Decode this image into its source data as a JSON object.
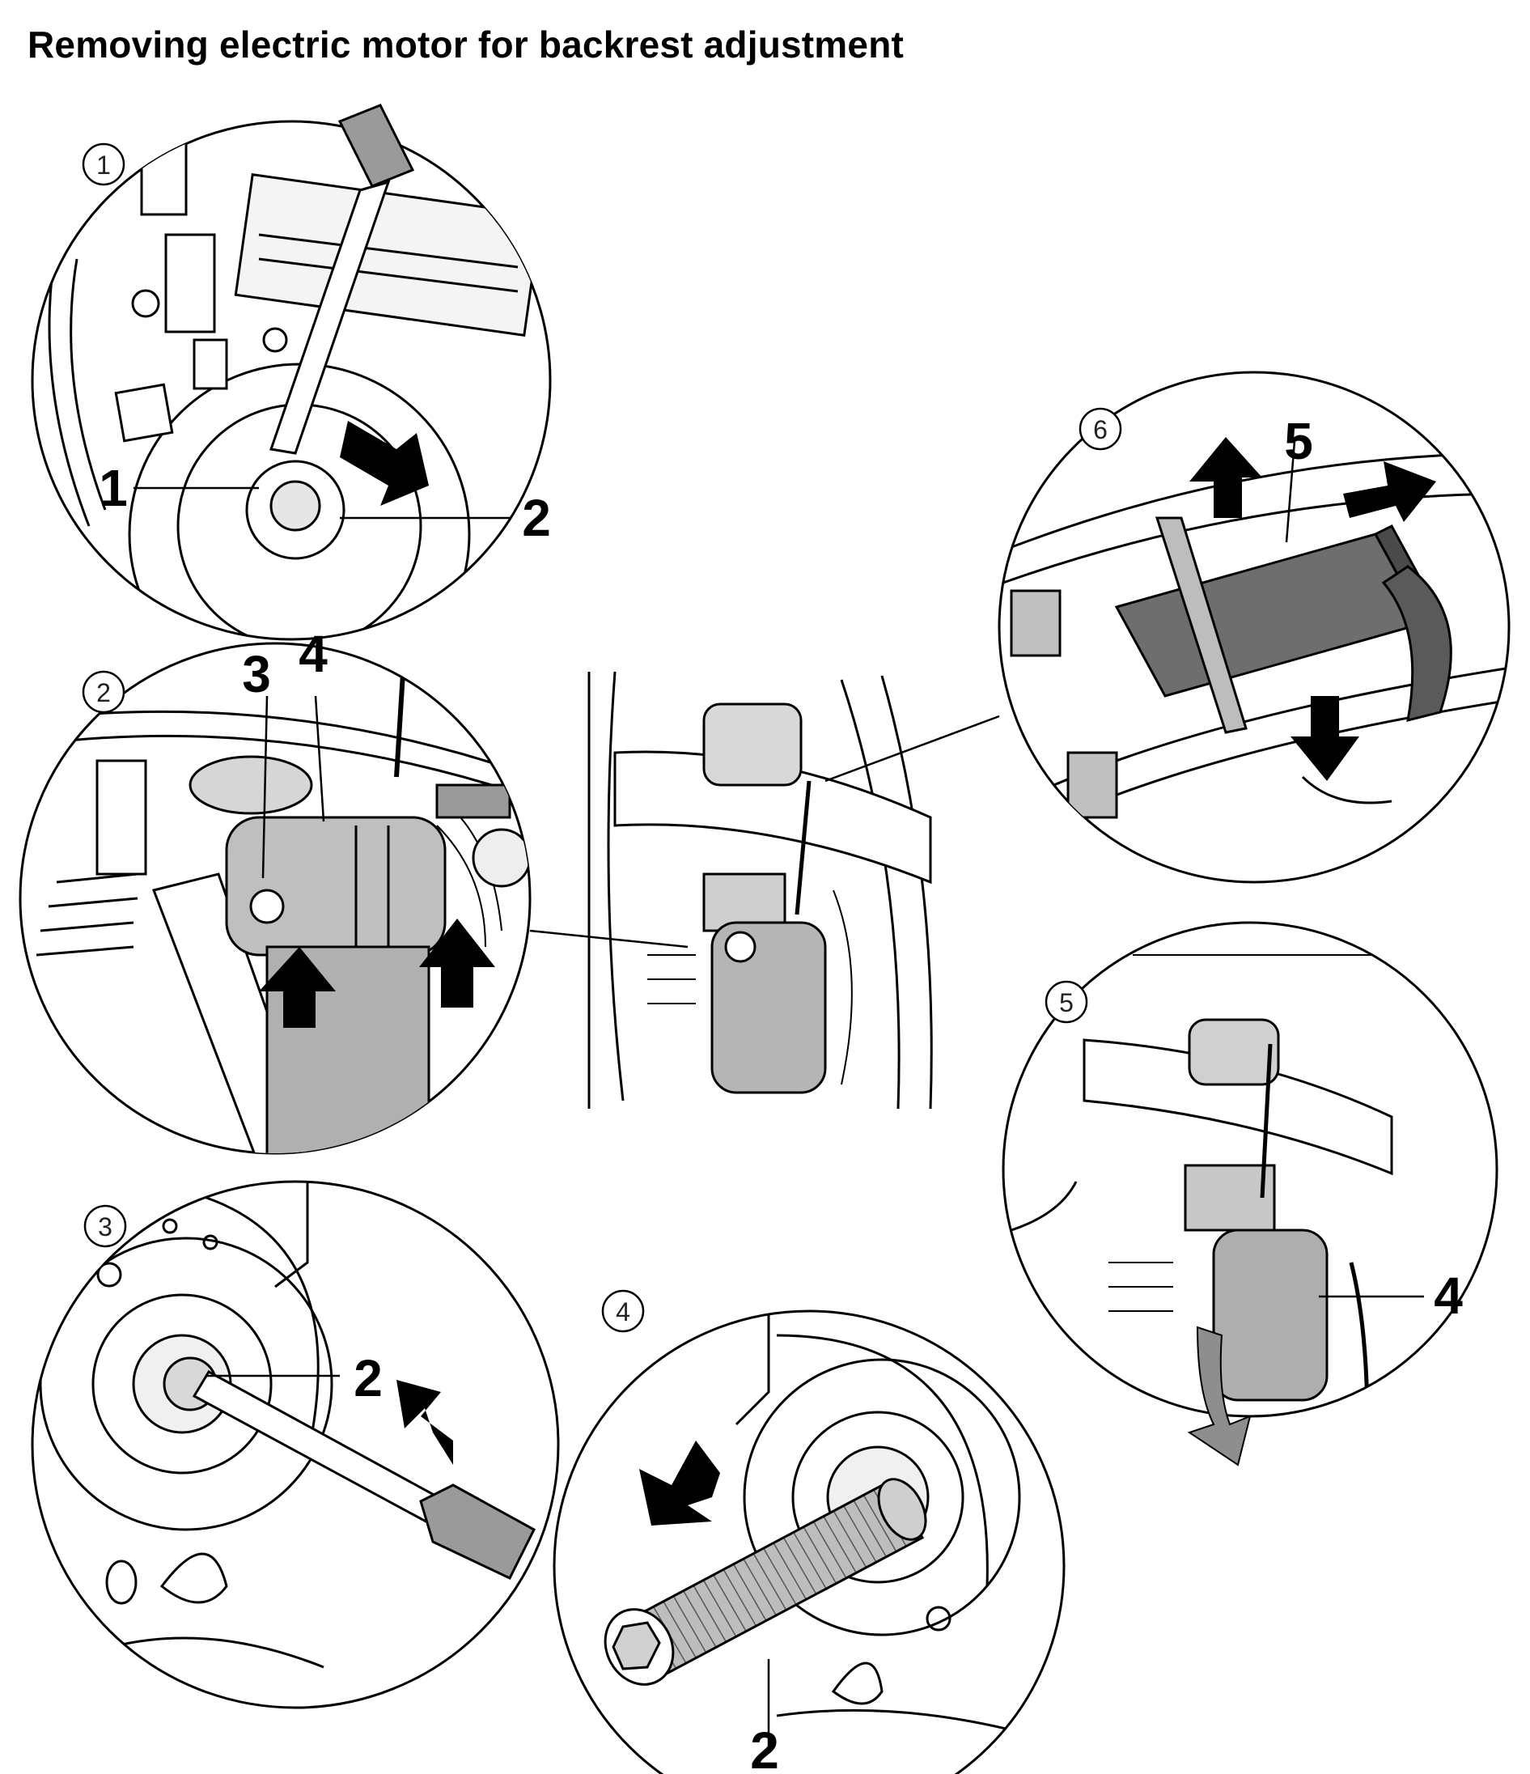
{
  "title": "Removing electric motor for backrest adjustment",
  "steps": [
    {
      "number": "1",
      "callouts": [
        "1",
        "2"
      ]
    },
    {
      "number": "2",
      "callouts": [
        "3",
        "4"
      ]
    },
    {
      "number": "3",
      "callouts": [
        "2"
      ]
    },
    {
      "number": "4",
      "callouts": [
        "2"
      ]
    },
    {
      "number": "5",
      "callouts": [
        "4"
      ]
    },
    {
      "number": "6",
      "callouts": [
        "5"
      ]
    }
  ],
  "icons": [
    "arrow-icon",
    "tool-icon",
    "motor-icon",
    "cable-tie-icon",
    "splined-shaft-icon"
  ],
  "colors": {
    "line": "#000000",
    "shade_light": "#d9d9d9",
    "shade_mid": "#b8b8b8",
    "shade_dark": "#6e6e6e",
    "background": "#ffffff"
  }
}
